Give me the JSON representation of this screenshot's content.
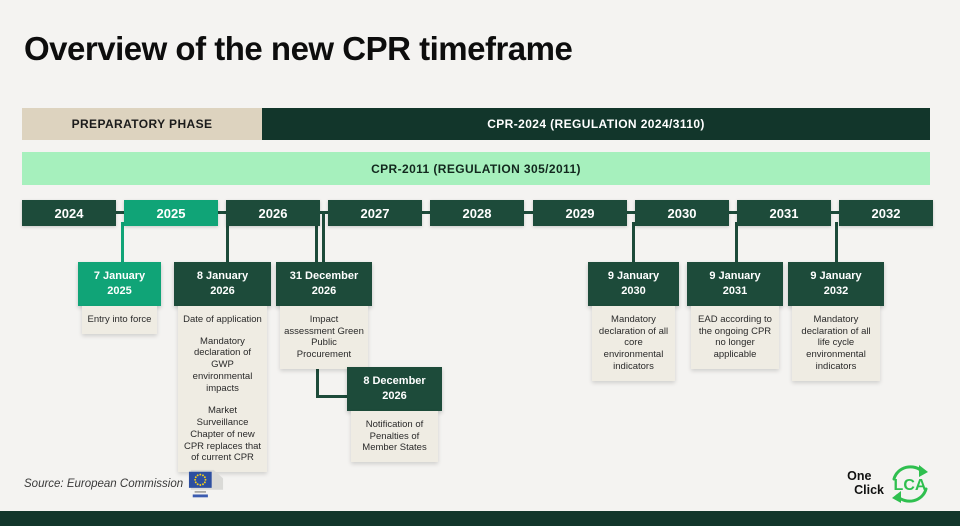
{
  "title": "Overview of the new CPR timeframe",
  "colors": {
    "bg": "#f4f3f1",
    "dark1": "#12362b",
    "dark2": "#1d4b3a",
    "teal": "#10a477",
    "beige": "#ddd3bf",
    "mint": "#a6f0bd",
    "cardbg": "#efece3",
    "logo_green": "#2fbf4f",
    "eu_blue": "#2d4fa0",
    "eu_yellow": "#f7d117"
  },
  "phases": {
    "preparatory": "PREPARATORY PHASE",
    "cpr2024": "CPR-2024 (REGULATION 2024/3110)",
    "cpr2011": "CPR-2011 (REGULATION 305/2011)"
  },
  "timeline": {
    "years": [
      "2024",
      "2025",
      "2026",
      "2027",
      "2028",
      "2029",
      "2030",
      "2031",
      "2032"
    ],
    "highlight_year": "2025"
  },
  "events": [
    {
      "date_line1": "7 January",
      "date_line2": "2025",
      "highlight": true,
      "lines": [
        "Entry into force"
      ]
    },
    {
      "date_line1": "8 January",
      "date_line2": "2026",
      "highlight": false,
      "lines": [
        "Date of application",
        "Mandatory declaration of GWP environmental impacts",
        "Market Surveillance Chapter of new CPR replaces that of current CPR"
      ]
    },
    {
      "date_line1": "31 December",
      "date_line2": "2026",
      "highlight": false,
      "lines": [
        "Impact assessment Green Public Procurement"
      ]
    },
    {
      "date_line1": "8 December",
      "date_line2": "2026",
      "highlight": false,
      "lines": [
        "Notification of Penalties of Member States"
      ]
    },
    {
      "date_line1": "9 January",
      "date_line2": "2030",
      "highlight": false,
      "lines": [
        "Mandatory declaration of all core environmental indicators"
      ]
    },
    {
      "date_line1": "9 January",
      "date_line2": "2031",
      "highlight": false,
      "lines": [
        "EAD according to the ongoing CPR no longer applicable"
      ]
    },
    {
      "date_line1": "9 January",
      "date_line2": "2032",
      "highlight": false,
      "lines": [
        "Mandatory declaration of all life cycle environmental indicators"
      ]
    }
  ],
  "footer": {
    "source": "Source: European Commission",
    "logo": {
      "line1": "One",
      "line2": "Click",
      "acronym": "LCA"
    }
  }
}
